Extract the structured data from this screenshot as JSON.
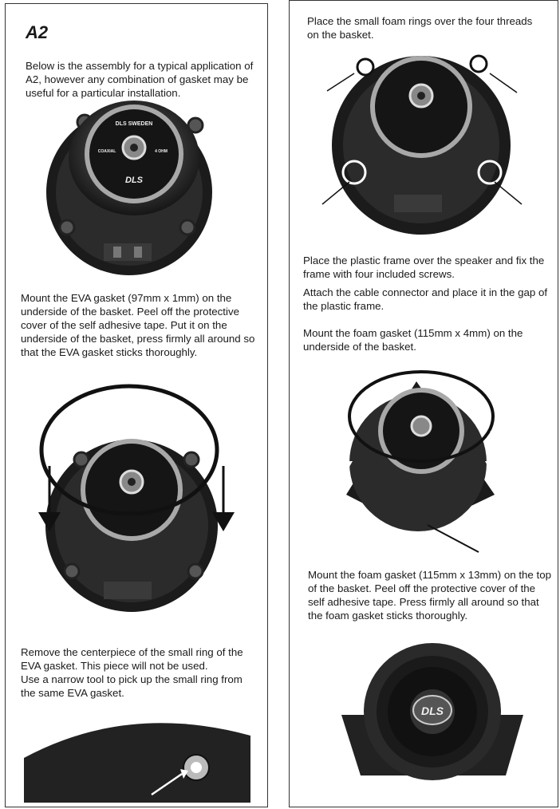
{
  "left": {
    "title": "A2",
    "intro": "Below is the assembly for a typical application of A2, however any combination of gasket may be useful for a particular installation.",
    "step_eva": "Mount the EVA gasket (97mm x 1mm) on the underside of the basket. Peel off the protective cover of the self adhesive tape. Put it on the underside of the basket, press firmly all around so that the EVA gasket sticks thoroughly.",
    "step_remove_1": "Remove the centerpiece of the small ring of the EVA gasket. This piece will not be used.",
    "step_remove_2": "Use a narrow tool to pick up the small ring from the same EVA gasket."
  },
  "right": {
    "step_foam_rings": "Place the small foam rings over the four threads on the basket.",
    "step_frame": "Place the plastic frame over the speaker and fix the frame with four included screws.",
    "step_cable": "Attach the cable connector and place it in the gap of the plastic frame.",
    "step_foam_4mm": "Mount the foam gasket (115mm x 4mm) on the underside of the basket.",
    "step_foam_13mm": "Mount the foam gasket (115mm x 13mm) on the top of the basket. Peel off the protective cover of the self adhesive tape. Press firmly all around so that the foam gasket sticks thoroughly."
  },
  "product_label": {
    "brand": "DLS SWEDEN",
    "logo": "DLS",
    "spec_left": "COAXIAL",
    "spec_right": "4 OHM"
  }
}
